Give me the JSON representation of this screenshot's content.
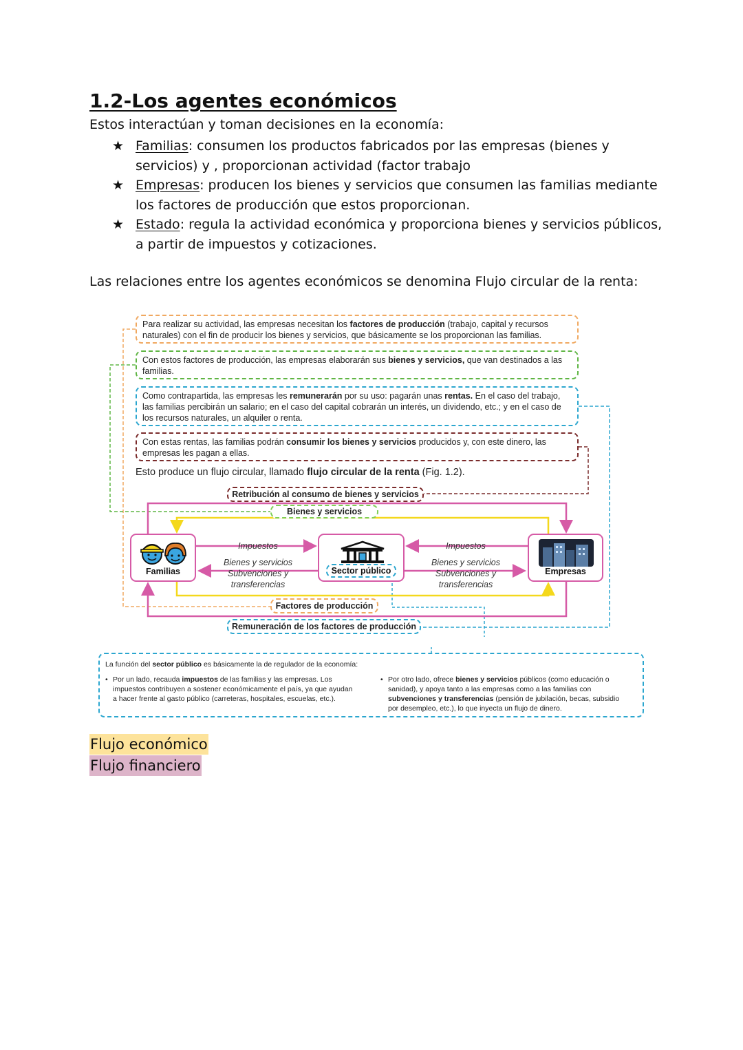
{
  "heading": "1.2-Los agentes económicos",
  "intro": "Estos interactúan y toman decisiones en la economía:",
  "bullets": [
    {
      "term": "Familias",
      "text": ": consumen los productos fabricados por las empresas (bienes y servicios) y , proporcionan actividad (factor trabajo"
    },
    {
      "term": "Empresas",
      "text": ": producen los bienes y servicios que consumen las familias mediante los factores de producción que estos proporcionan."
    },
    {
      "term": "Estado",
      "text": ": regula la actividad económica y proporciona bienes y servicios públicos, a partir de impuestos y cotizaciones."
    }
  ],
  "star": "★",
  "relations": "Las relaciones entre los agentes económicos se denomina Flujo circular de la renta:",
  "figure": {
    "box1": {
      "pre": "Para realizar su actividad, las empresas necesitan los ",
      "bold": "factores de producción",
      "post": " (trabajo, capital y recursos naturales) con el fin de producir los bienes y servicios, que básicamente se los proporcionan las familias."
    },
    "box2": {
      "pre": "Con estos factores de producción, las empresas elaborarán sus ",
      "bold": "bienes y servicios,",
      "post": " que van destinados a las familias."
    },
    "box3": {
      "pre": "Como contrapartida, las empresas les ",
      "bold1": "remunerarán",
      "mid": " por su uso: pagarán unas ",
      "bold2": "rentas.",
      "post": " En el caso del trabajo, las familias percibirán un salario; en el caso del capital cobrarán un interés, un dividendo, etc.; y en el caso de los recursos naturales, un alquiler o renta."
    },
    "box4": {
      "pre": "Con estas rentas, las familias podrán ",
      "bold": "consumir los bienes y servicios",
      "post": " producidos y, con este dinero, las empresas les pagan a ellas."
    },
    "circular": {
      "pre": "Esto produce un flujo circular, llamado ",
      "bold": "flujo circular de la renta",
      "post": " (Fig. 1.2)."
    },
    "pill_retribucion": "Retribución al consumo de bienes y servicios",
    "pill_bienes": "Bienes y servicios",
    "pill_factores": "Factores de producción",
    "pill_remuneracion": "Remuneración de los factores de producción",
    "node_familias": "Familias",
    "node_sector": "Sector público",
    "node_empresas": "Empresas",
    "impuestos": "Impuestos",
    "bienes_servicios": "Bienes y servicios",
    "subvenciones": "Subvenciones y",
    "transferencias": "transferencias",
    "colors": {
      "pink": "#d65aa6",
      "yellow": "#f4d81c",
      "orange": "#f0a860",
      "green": "#5fb544",
      "blue": "#2ba6cf",
      "maroon": "#7a2b2b"
    },
    "bottom": {
      "intro_pre": "La función del ",
      "intro_bold": "sector público",
      "intro_post": " es básicamente la de regulador de la economía:",
      "left_pre": "Por un lado, recauda ",
      "left_bold": "impuestos",
      "left_post": " de las familias y las empresas. Los impuestos contribuyen a sostener económicamente el país, ya que ayudan a hacer frente al gasto público (carreteras, hospitales, escuelas, etc.).",
      "right_pre": "Por otro lado, ofrece ",
      "right_bold1": "bienes y servicios",
      "right_mid1": " públicos (como educación o sanidad), y apoya tanto a las empresas como a las familias con ",
      "right_bold2": "subvenciones y transferencias",
      "right_post": " (pensión de jubilación, becas, subsidio por desempleo, etc.), lo que inyecta un flujo de dinero.",
      "dot": "•"
    }
  },
  "legend": {
    "economico": "Flujo económico",
    "financiero": "Flujo financiero",
    "economico_color": "#fde39b",
    "financiero_color": "#ddb4c9"
  }
}
